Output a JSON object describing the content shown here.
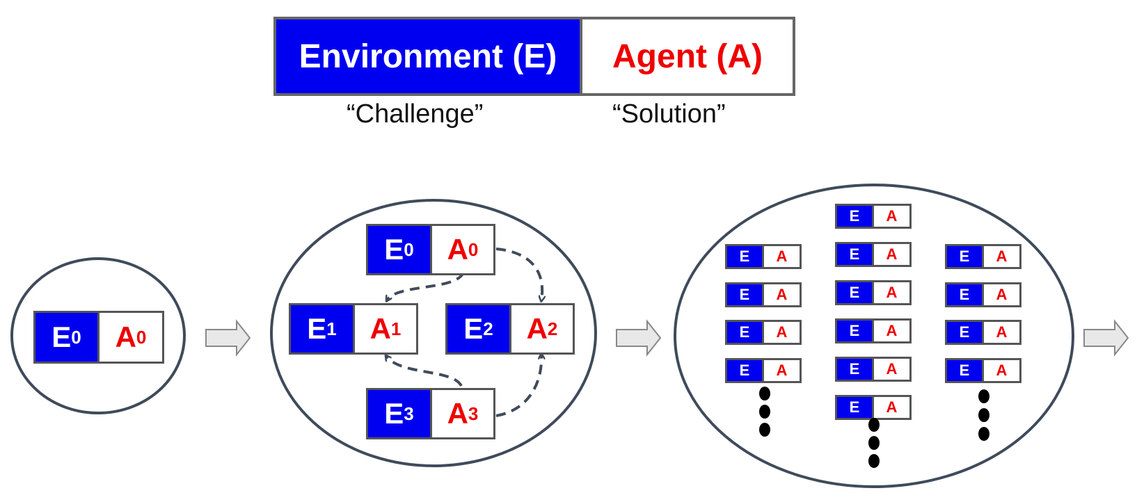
{
  "legend": {
    "environment_label": "Environment (E)",
    "agent_label": "Agent (A)",
    "environment_caption": "“Challenge”",
    "agent_caption": "“Solution”"
  },
  "colors": {
    "environment_fill": "#0000f0",
    "agent_text": "#ee0000",
    "outline": "#3f4b5b",
    "arrow_fill": "#e8e8e8"
  },
  "stage1": {
    "pairs": [
      {
        "e": "E",
        "e_sub": "0",
        "a": "A",
        "a_sub": "0"
      }
    ]
  },
  "stage2": {
    "pairs": [
      {
        "e": "E",
        "e_sub": "0",
        "a": "A",
        "a_sub": "0"
      },
      {
        "e": "E",
        "e_sub": "1",
        "a": "A",
        "a_sub": "1"
      },
      {
        "e": "E",
        "e_sub": "2",
        "a": "A",
        "a_sub": "2"
      },
      {
        "e": "E",
        "e_sub": "3",
        "a": "A",
        "a_sub": "3"
      }
    ]
  },
  "stage3": {
    "pair_e": "E",
    "pair_a": "A",
    "column_counts": [
      4,
      6,
      4
    ]
  }
}
